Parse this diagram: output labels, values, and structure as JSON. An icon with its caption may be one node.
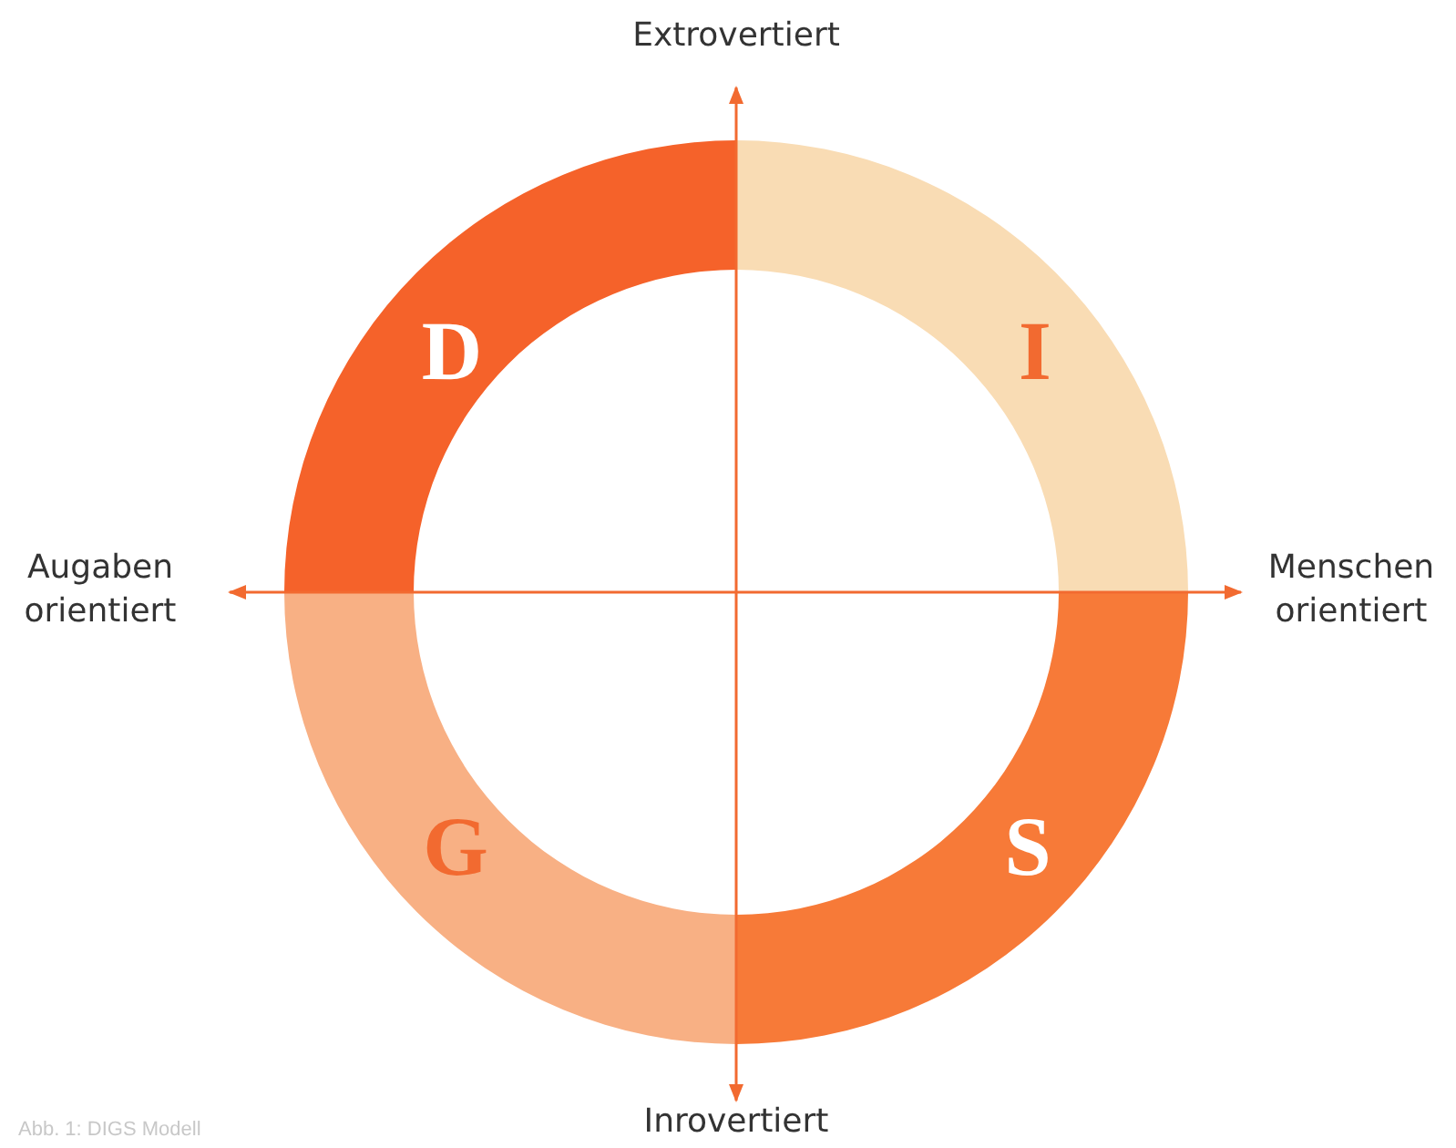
{
  "diagram": {
    "caption": "Abb. 1: DIGS Modell",
    "nodes": [
      {
        "text": [
          "D"
        ]
      },
      {
        "text": [
          "I"
        ]
      },
      {
        "text": [
          "S"
        ]
      },
      {
        "text": [
          "G"
        ]
      }
    ],
    "labels": [
      "Extrovertiert",
      "Augaben orientiert",
      "Menschen orientiert",
      "Inrovertiert"
    ]
  }
}
